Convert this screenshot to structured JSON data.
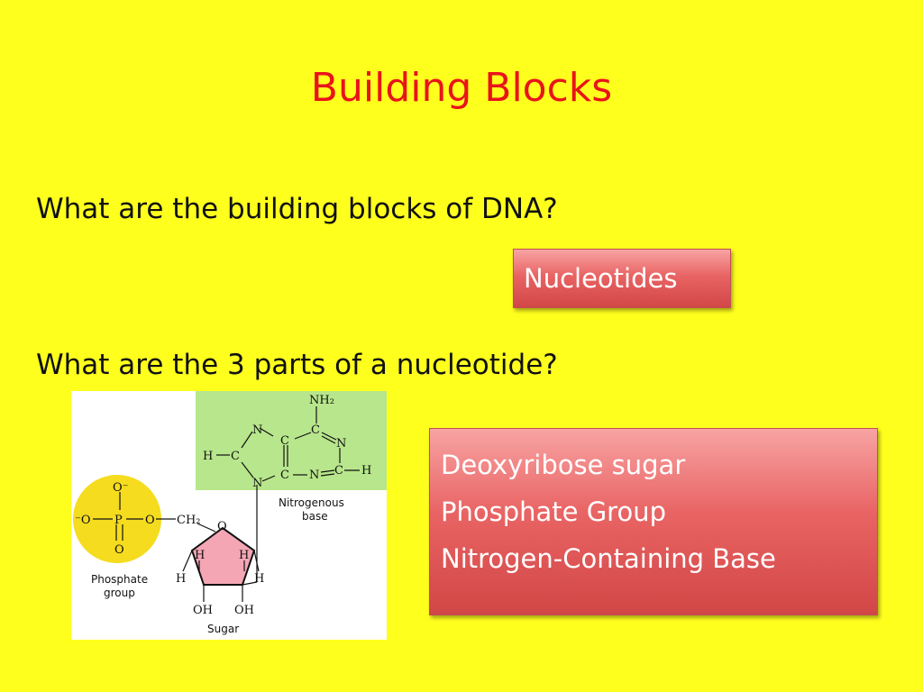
{
  "slide": {
    "title": "Building Blocks",
    "question_1": "What are the building blocks of DNA?",
    "answer_1": "Nucleotides",
    "question_2": "What are the 3 parts of a nucleotide?",
    "answer_2_lines": [
      "Deoxyribose sugar",
      "Phosphate Group",
      "Nitrogen-Containing Base"
    ]
  },
  "diagram": {
    "base_atoms": {
      "nh2": "NH₂",
      "n_top": "N",
      "c_top": "C",
      "n_right": "N",
      "c_mid": "C",
      "c_left": "C",
      "h_left": "H",
      "c_lower": "C",
      "n_bottom_right": "N",
      "c_right": "C",
      "h_right": "H",
      "n_bottom": "N"
    },
    "base_label_lines": [
      "Nitrogenous",
      "base"
    ],
    "phosphate_atoms": {
      "o_minus_top": "O⁻",
      "o_minus_left": "⁻O",
      "p": "P",
      "o_right": "O",
      "ch2": "CH₂",
      "o_bottom": "O"
    },
    "phosphate_label_lines": [
      "Phosphate",
      "group"
    ],
    "sugar_atoms": {
      "ring_o": "O",
      "h_left_inner": "H",
      "h_right_inner": "H",
      "h_left_outer": "H",
      "h_right_outer": "H",
      "oh_left": "OH",
      "oh_right": "OH"
    },
    "sugar_label": "Sugar"
  },
  "colors": {
    "background": "#ffff1e",
    "title": "#e8141a",
    "answer_box": "#e05a5a",
    "base_highlight": "#b8e68c",
    "phosphate_highlight": "#f5dc1e",
    "sugar_ring": "#f4a6b4"
  }
}
